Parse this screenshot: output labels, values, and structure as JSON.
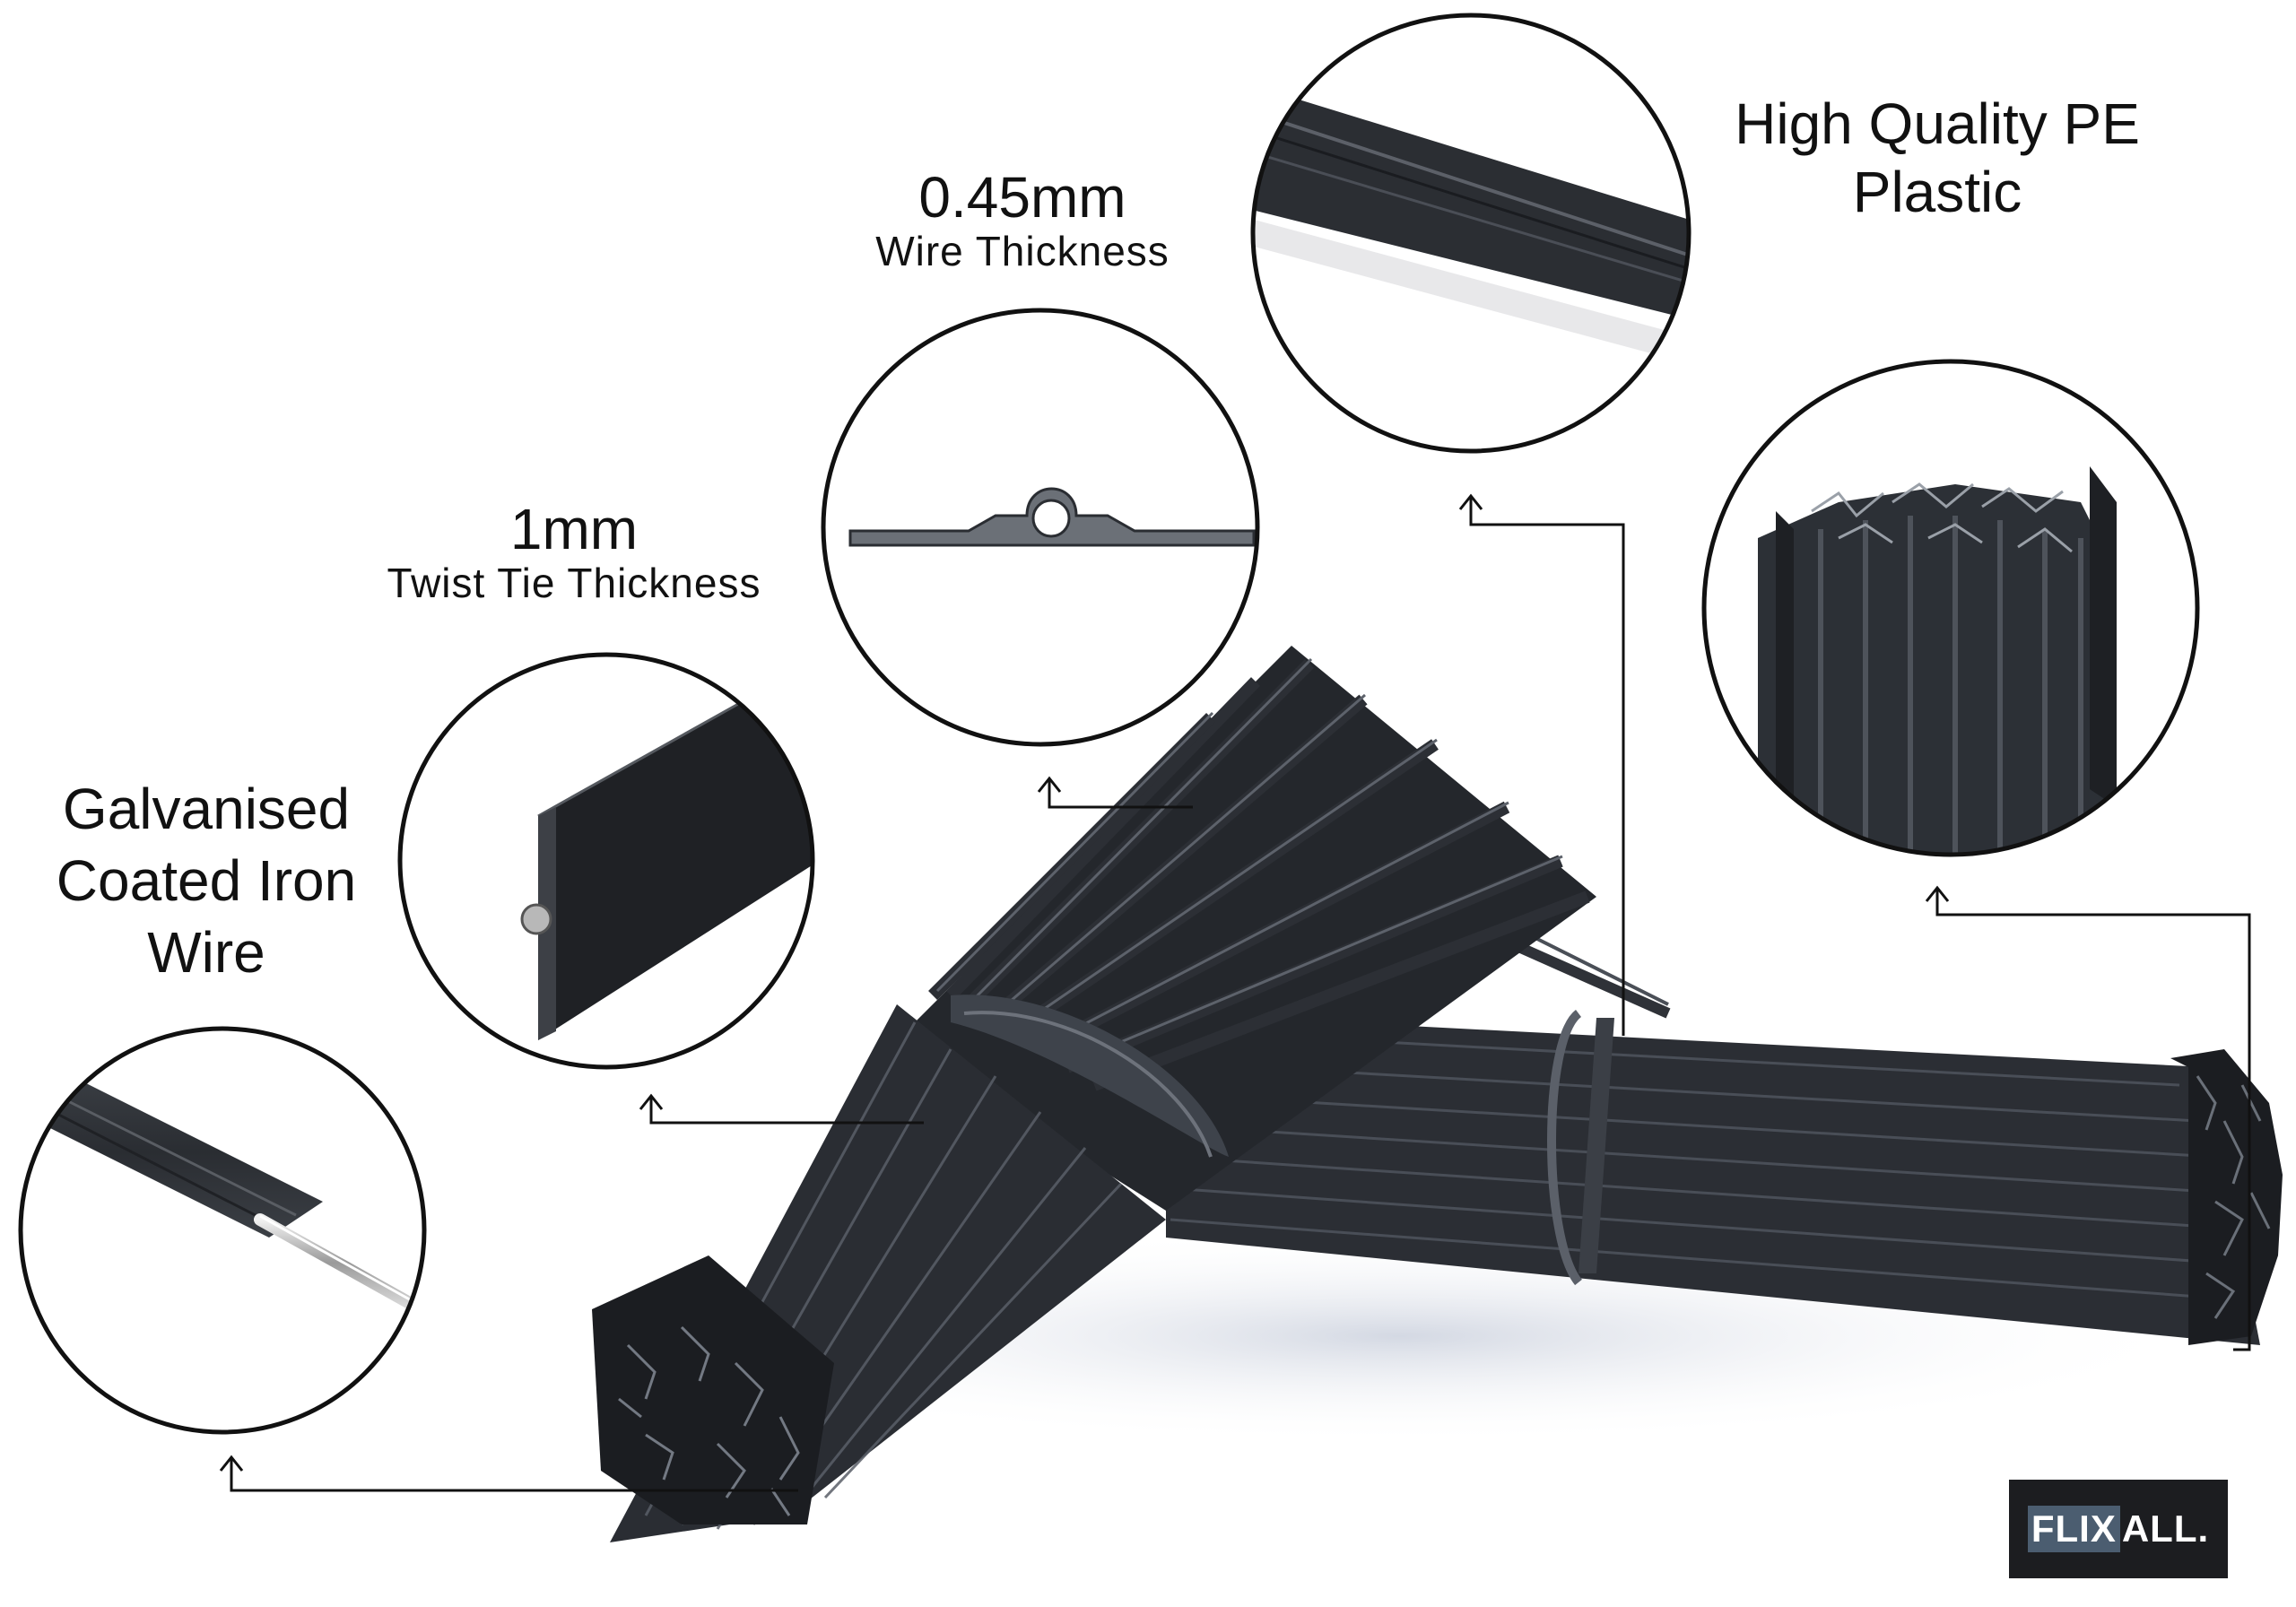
{
  "callouts": {
    "galvanised": [
      "Galvanised",
      "Coated Iron",
      "Wire"
    ],
    "twist_tie": {
      "value": "1mm",
      "caption": "Twist Tie Thickness"
    },
    "wire": {
      "value": "0.45mm",
      "caption": "Wire Thickness"
    },
    "plastic": [
      "High Quality PE",
      "Plastic"
    ]
  },
  "logo": {
    "part1": "FLIX",
    "part2": "ALL."
  },
  "colors": {
    "tie": "#2a2d33",
    "tie_highlight": "#5a5f68",
    "logo_bg": "#1c1d20",
    "logo_accent": "#4b5d70"
  }
}
